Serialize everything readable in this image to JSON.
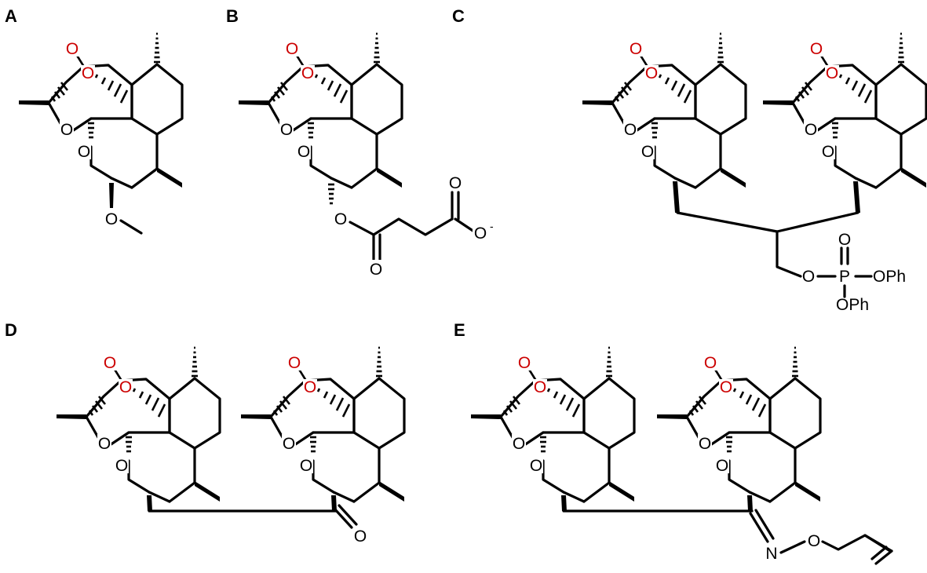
{
  "panels": [
    {
      "id": "A",
      "label": "A"
    },
    {
      "id": "B",
      "label": "B"
    },
    {
      "id": "C",
      "label": "C"
    },
    {
      "id": "D",
      "label": "D"
    },
    {
      "id": "E",
      "label": "E"
    }
  ],
  "atoms": {
    "oxygen": "O",
    "phosphorus": "P",
    "nitrogen": "N",
    "phenoxy": "OPh",
    "negative_charge": "-"
  },
  "colors": {
    "peroxide_bridge": "#cc0000",
    "bond": "#000000",
    "background": "#ffffff"
  }
}
